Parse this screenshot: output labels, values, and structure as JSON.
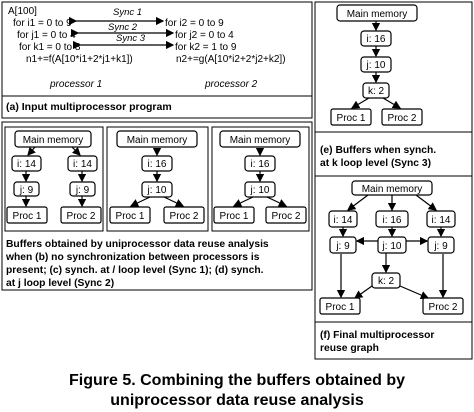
{
  "panel_a": {
    "array_decl": "A[100]",
    "left_loops": [
      "for i1 = 0 to 9",
      "for j1 = 0 to 4",
      "for k1 = 0 to 8",
      "n1+=f(A[10*i1+2*j1+k1])"
    ],
    "right_loops": [
      "for i2 = 0 to 9",
      "for j2 = 0 to 4",
      "for k2 = 1 to 9",
      "n2+=g(A[10*i2+2*j2+k2])"
    ],
    "syncs": [
      "Sync 1",
      "Sync 2",
      "Sync 3"
    ],
    "proc_labels": [
      "processor 1",
      "processor 2"
    ],
    "caption": "(a) Input multiprocessor program"
  },
  "panel_b": {
    "mem": "Main memory",
    "nodes": [
      "i: 14",
      "i: 14",
      "j: 9",
      "j: 9"
    ],
    "procs": [
      "Proc 1",
      "Proc 2"
    ]
  },
  "panel_c": {
    "mem": "Main memory",
    "nodes": [
      "i: 16",
      "j: 10"
    ],
    "procs": [
      "Proc 1",
      "Proc 2"
    ]
  },
  "panel_d": {
    "mem": "Main memory",
    "nodes": [
      "i: 16",
      "j: 10"
    ],
    "procs": [
      "Proc 1",
      "Proc 2"
    ]
  },
  "bcd_caption": [
    "Buffers obtained by uniprocessor data reuse analysis",
    "when (b) no synchronization between processors is",
    "present; (c) synch. at / loop level (Sync 1); (d) synch.",
    "at j loop level (Sync 2)"
  ],
  "panel_e": {
    "mem": "Main memory",
    "nodes": [
      "i: 16",
      "j: 10",
      "k: 2"
    ],
    "procs": [
      "Proc 1",
      "Proc 2"
    ],
    "caption": [
      "(e) Buffers when synch.",
      "at k loop level (Sync 3)"
    ]
  },
  "panel_f": {
    "mem": "Main memory",
    "nodes": [
      "i: 14",
      "i: 16",
      "i: 14",
      "j: 9",
      "j: 10",
      "j: 9",
      "k: 2"
    ],
    "procs": [
      "Proc 1",
      "Proc 2"
    ],
    "caption": [
      "(f) Final multiprocessor",
      "reuse graph"
    ]
  },
  "figure_caption": [
    "Figure 5. Combining the buffers obtained by",
    "uniprocessor data reuse analysis"
  ]
}
